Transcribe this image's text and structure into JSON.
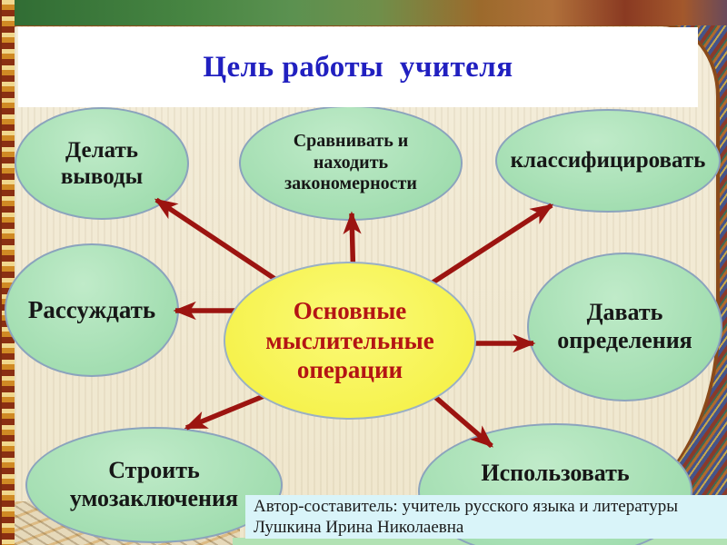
{
  "slide": {
    "title": "Цель работы  учителя",
    "center_bubble": {
      "label": "Основные\nмыслительные\nоперации"
    },
    "bubbles": [
      {
        "id": "delat-vyvody",
        "label": "Делать\nвыводы"
      },
      {
        "id": "sravnivat-nahodit-zakonomernosti",
        "label": "Сравнивать и\nнаходить\nзакономерности"
      },
      {
        "id": "klassificirovat",
        "label": "классифицировать"
      },
      {
        "id": "rassuzhdat",
        "label": "Рассуждать"
      },
      {
        "id": "davat-opredeleniya",
        "label": "Давать\nопределения"
      },
      {
        "id": "stroit-umozaklyucheniya",
        "label": "Строить\nумозаключения"
      },
      {
        "id": "ispolzovat",
        "label": "Использовать"
      }
    ],
    "author_note": "Автор-составитель: учитель русского языка и литературы\nЛушкина Ирина Николаевна",
    "colors": {
      "title_text": "#2120c0",
      "bubble_green": "#a5dfb3",
      "bubble_border": "#8ba3bd",
      "center_yellow": "#f7f455",
      "center_text": "#b41414",
      "arrow_red": "#9c1410",
      "author_bg": "#d9f4f9",
      "paper": "#f2ead6"
    }
  }
}
